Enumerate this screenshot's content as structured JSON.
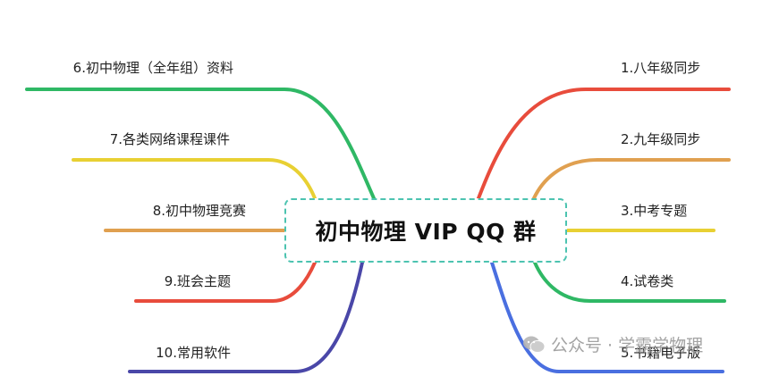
{
  "center": {
    "title": "初中物理 VIP QQ 群"
  },
  "branches_left": [
    {
      "label": "6.初中物理（全年组）资料",
      "color": "#2fb865"
    },
    {
      "label": "7.各类网络课程课件",
      "color": "#e8d033"
    },
    {
      "label": "8.初中物理竞赛",
      "color": "#e0a050"
    },
    {
      "label": "9.班会主题",
      "color": "#e84c3c"
    },
    {
      "label": "10.常用软件",
      "color": "#4a47a8"
    }
  ],
  "branches_right": [
    {
      "label": "1.八年级同步",
      "color": "#e84c3c"
    },
    {
      "label": "2.九年级同步",
      "color": "#e0a050"
    },
    {
      "label": "3.中考专题",
      "color": "#e8d033"
    },
    {
      "label": "4.试卷类",
      "color": "#2fb865"
    },
    {
      "label": "5.书籍电子版",
      "color": "#4a6fe0"
    }
  ],
  "watermark": {
    "text": "公众号 · 学霸学物理",
    "icon": "wechat-icon"
  }
}
